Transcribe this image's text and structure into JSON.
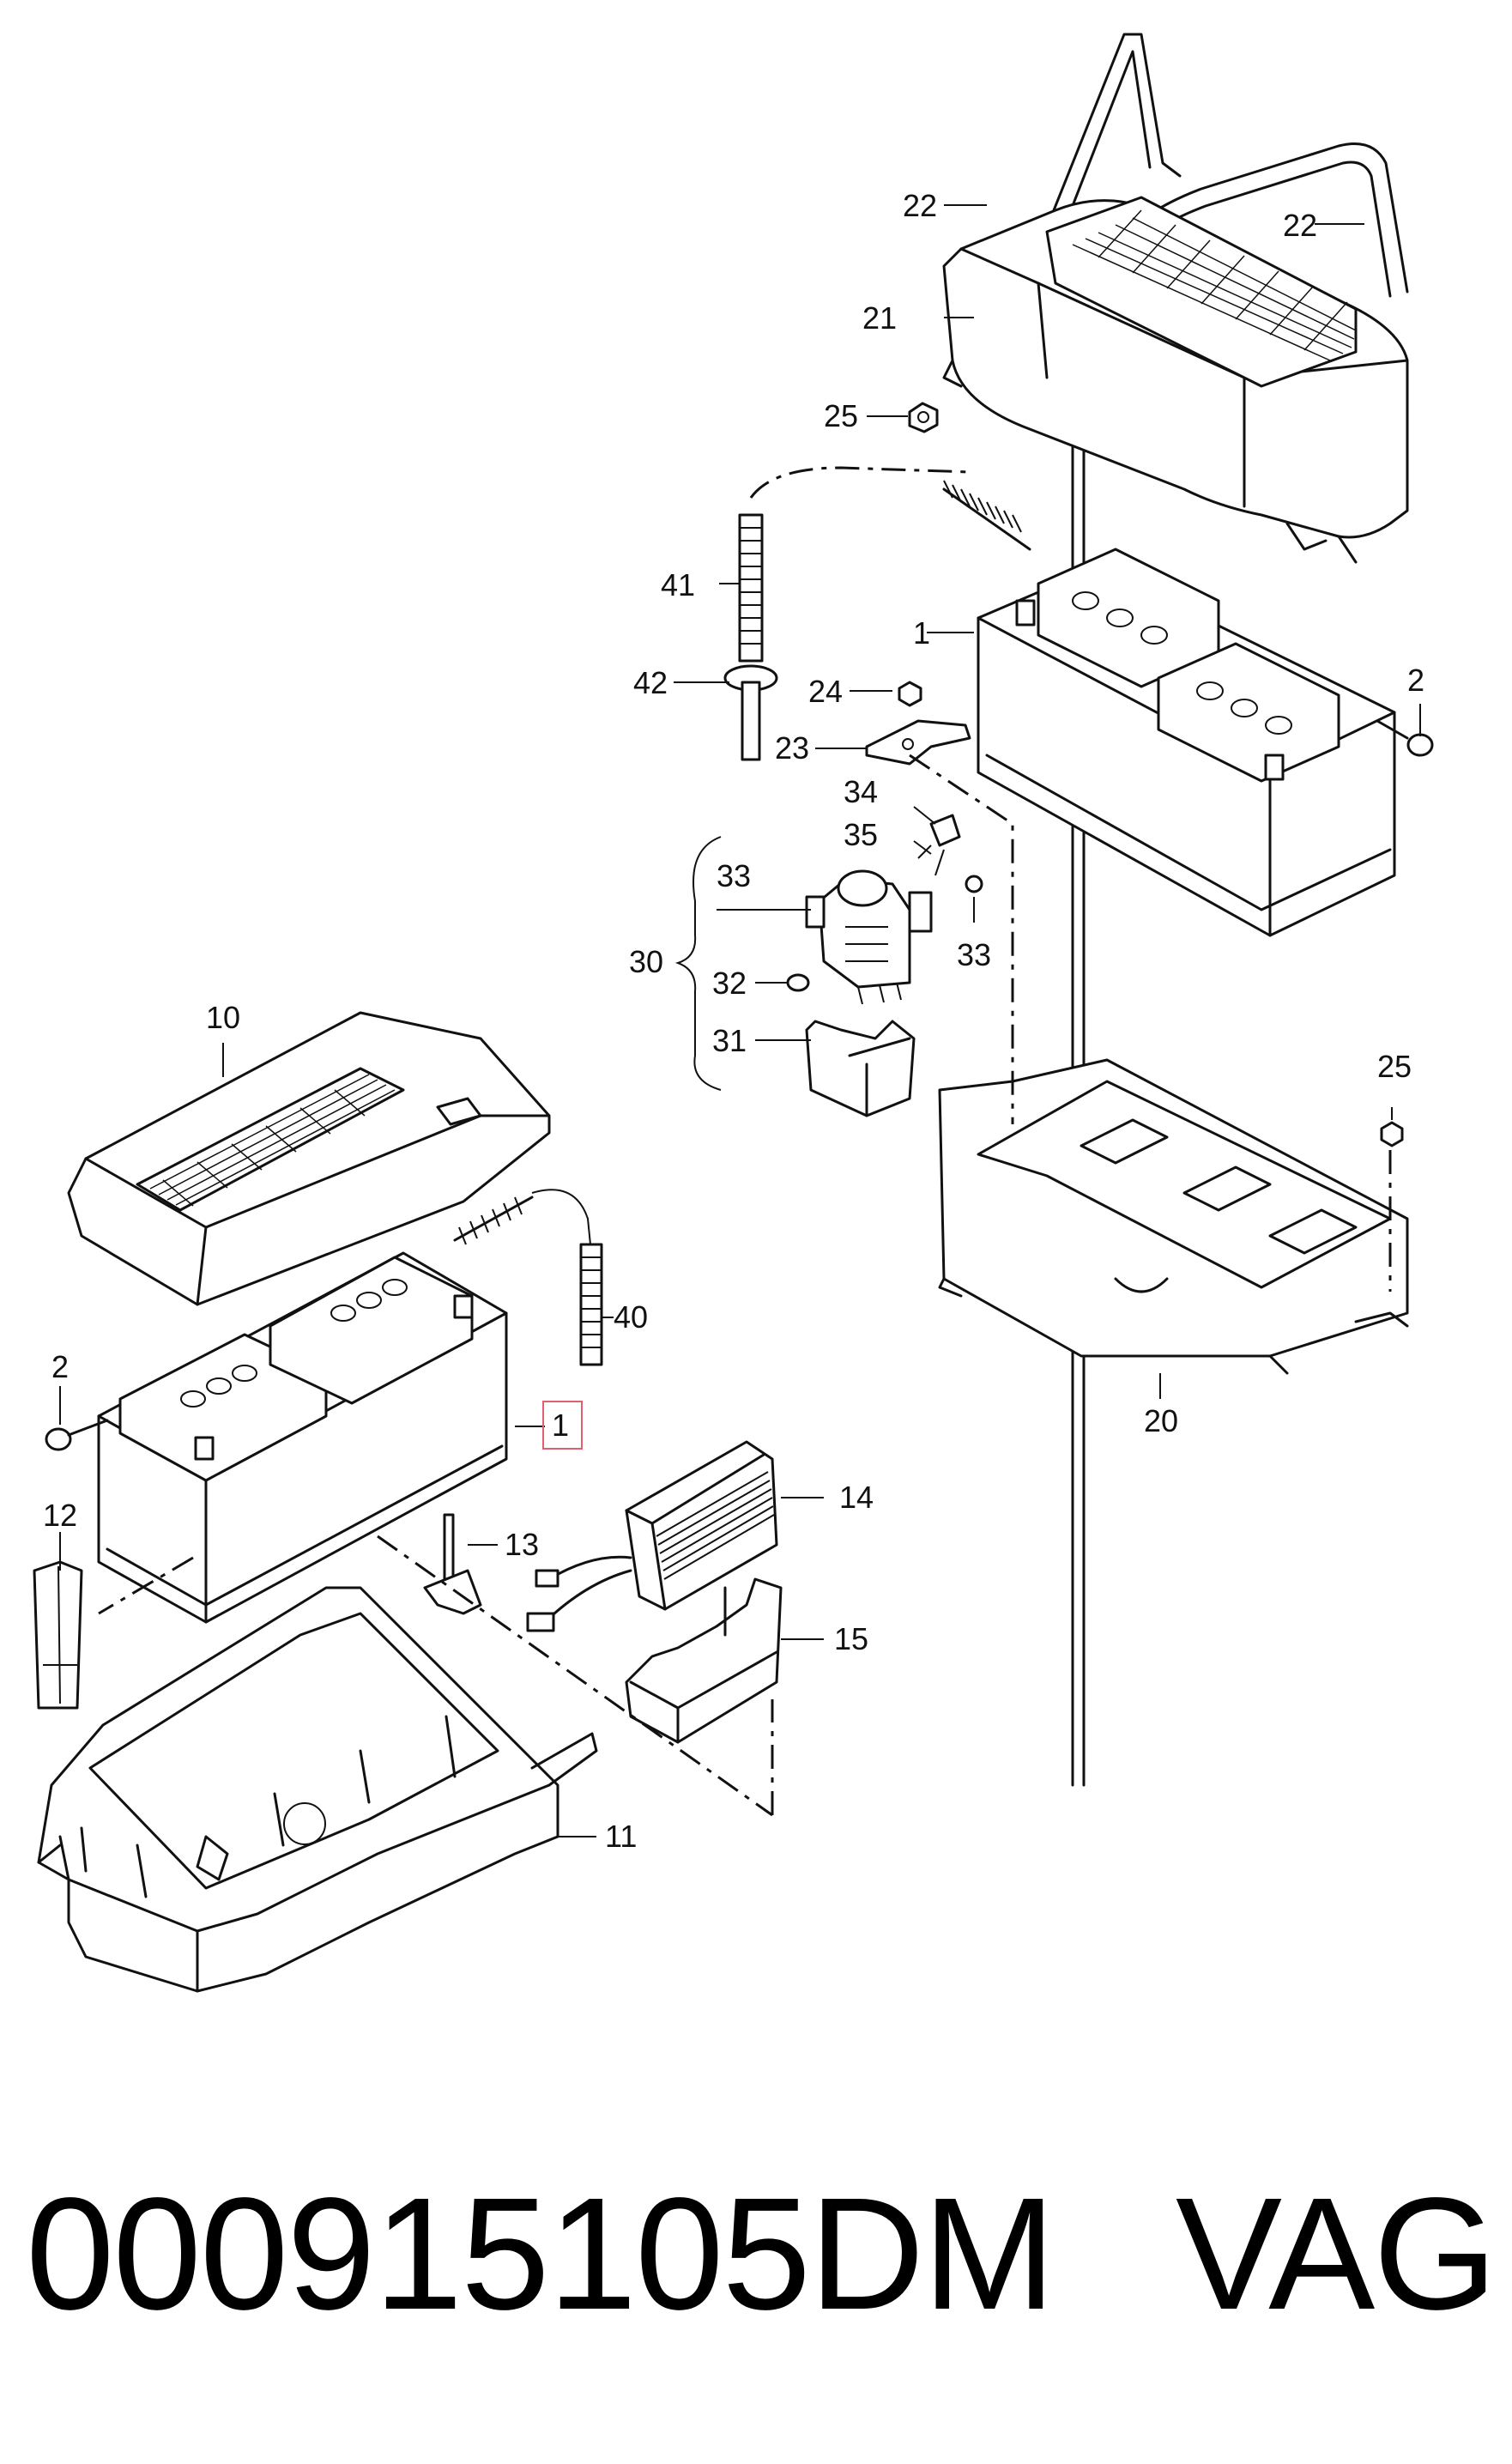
{
  "callouts": {
    "c1_top": "1",
    "c1_bottom": "1",
    "c2_right": "2",
    "c2_left": "2",
    "c10": "10",
    "c11": "11",
    "c12": "12",
    "c13": "13",
    "c14": "14",
    "c15": "15",
    "c20": "20",
    "c21": "21",
    "c22_left": "22",
    "c22_right": "22",
    "c23": "23",
    "c24": "24",
    "c25_top": "25",
    "c25_right": "25",
    "c30": "30",
    "c31": "31",
    "c32": "32",
    "c33_top": "33",
    "c33_right": "33",
    "c34": "34",
    "c35": "35",
    "c40": "40",
    "c41": "41",
    "c42": "42"
  },
  "footer": {
    "part_number": "000915105DM",
    "brand": "VAG"
  },
  "colors": {
    "highlight_box": "#e06070",
    "line": "#111111"
  }
}
